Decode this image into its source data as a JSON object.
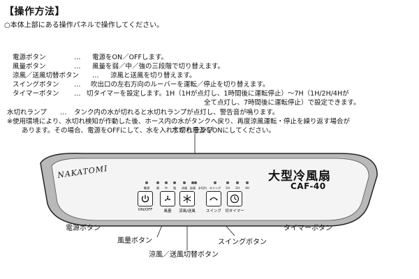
{
  "heading": "【操作方法】",
  "intro": "○本体上部にある操作パネルで操作してください。",
  "descriptions": [
    {
      "label": "電源ボタン",
      "sep": "…",
      "text": "電源をON／OFFします。"
    },
    {
      "label": "風量ボタン",
      "sep": "…",
      "text": "風量を弱／中／強の三段階で切り替えます。"
    },
    {
      "label": "涼風／送風切替ボタン",
      "sep": "…",
      "text": "涼風と送風を切り替えます。"
    },
    {
      "label": "スイングボタン",
      "sep": "…",
      "text": "吹出口の左右方向のルーバーを運転／停止を切り替えます。"
    },
    {
      "label": "タイマーボタン",
      "sep": "…",
      "text": "切タイマーを設定します。1H（1Hが点灯し、1時間後に運転停止）～7H（1H/2H/4Hが"
    }
  ],
  "timer_cont": "全て点灯し、7時間後に運転停止）で設定できます。",
  "water_lamp": {
    "label": "水切れランプ",
    "sep": "…",
    "text": "タンク内の水が切れると水切れランプが点灯し、警告音が鳴ります。"
  },
  "note_line1": "※使用環境により、水切れ検知が作動した後、ホース内の水がタンクへ戻り、再度涼風運転・停止を繰り返す場合が",
  "note_line2": "あります。その場合、電源をOFFにして、水を入れてから電源をONにしてください。",
  "panel": {
    "brand": "NAKATOMI",
    "model_name": "大型冷風扇",
    "model_code": "CAF-40",
    "leds": [
      "電源",
      "弱",
      "中",
      "強",
      "涼風",
      "送風",
      "水切れ",
      "スイング",
      "1H",
      "2H",
      "4H"
    ],
    "buttons": [
      {
        "label": "ON/OFF",
        "icon": "power-icon"
      },
      {
        "label": "風量",
        "icon": "fan-icon"
      },
      {
        "label": "涼風/送風",
        "icon": "snowflake-icon"
      },
      {
        "label": "スイング",
        "icon": "swing-icon"
      },
      {
        "label": "切タイマー",
        "icon": "clock-icon"
      }
    ]
  },
  "callouts": {
    "water_lamp": "水切れランプ",
    "power": "電源ボタン",
    "fan": "風量ボタン",
    "mode": "涼風／送風切替ボタン",
    "swing": "スイングボタン",
    "timer": "タイマーボタン"
  }
}
